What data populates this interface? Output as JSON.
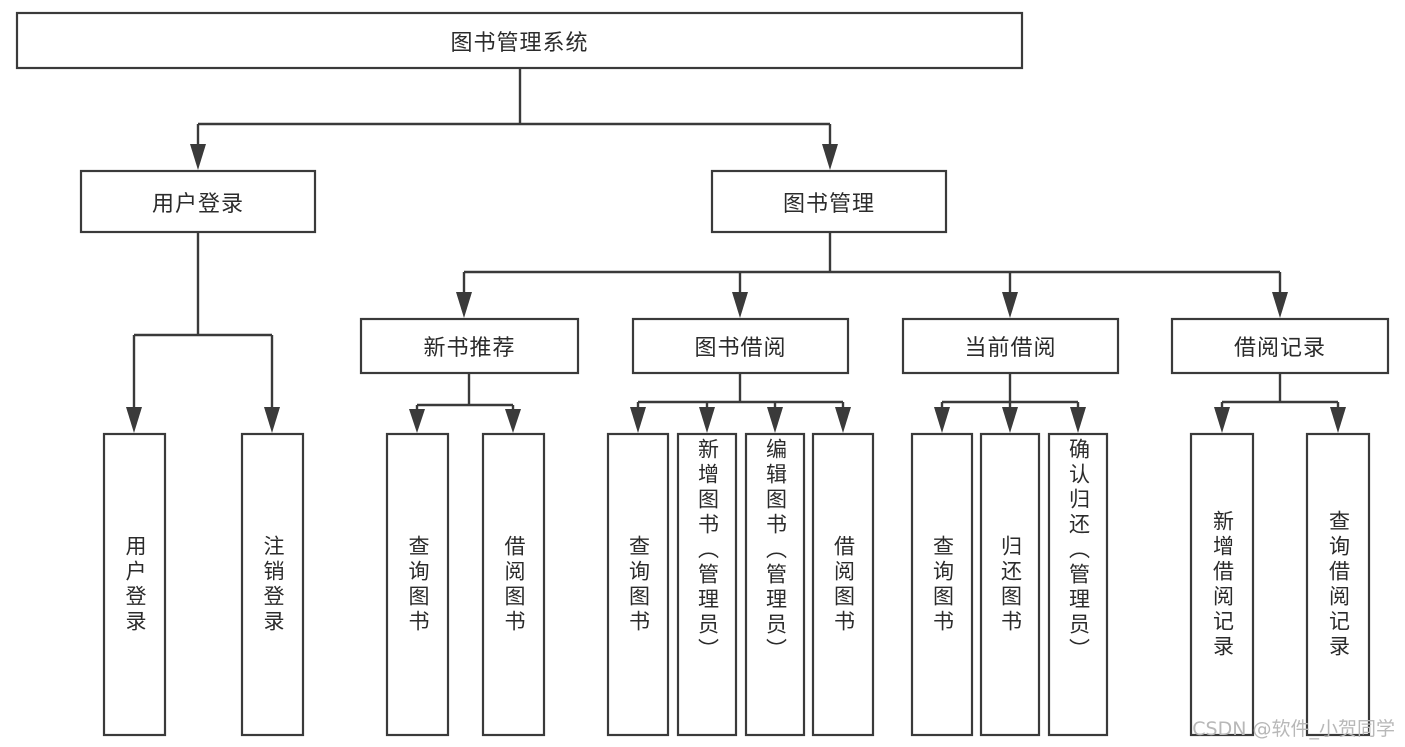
{
  "diagram": {
    "type": "tree",
    "title": "图书管理系统",
    "orientation": "top-down",
    "colors": {
      "box_stroke": "#3a3a3a",
      "box_fill": "#ffffff",
      "connector": "#3a3a3a",
      "text": "#2b2b2b",
      "background": "#ffffff",
      "watermark": "#b8b8b8"
    },
    "root": {
      "label": "图书管理系统"
    },
    "level2": [
      {
        "label": "用户登录"
      },
      {
        "label": "图书管理"
      }
    ],
    "level3": [
      {
        "label": "新书推荐"
      },
      {
        "label": "图书借阅"
      },
      {
        "label": "当前借阅"
      },
      {
        "label": "借阅记录"
      }
    ],
    "leaves": {
      "user_login": [
        {
          "label": "用户登录"
        },
        {
          "label": "注销登录"
        }
      ],
      "new_book_recommend": [
        {
          "label": "查询图书"
        },
        {
          "label": "借阅图书"
        }
      ],
      "book_borrow": [
        {
          "label": "查询图书"
        },
        {
          "label": "新增图书（管理员）"
        },
        {
          "label": "编辑图书（管理员）"
        },
        {
          "label": "借阅图书"
        }
      ],
      "current_borrow": [
        {
          "label": "查询图书"
        },
        {
          "label": "归还图书"
        },
        {
          "label": "确认归还（管理员）"
        }
      ],
      "borrow_record": [
        {
          "label": "新增借阅记录"
        },
        {
          "label": "查询借阅记录"
        }
      ]
    }
  },
  "watermark": {
    "text": "CSDN @软件_小贺同学"
  }
}
